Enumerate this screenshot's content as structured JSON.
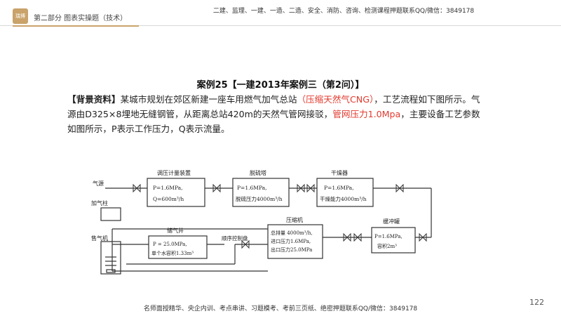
{
  "header": {
    "logo_text": "瑞博",
    "section": "第二部分 图表实操题（技术）",
    "note": "二建、监理、一建、一造、二造、安全、消防、咨询、检测课程押题联系QQ/微信：3849178"
  },
  "title": "案例25【一建2013年案例三（第2问）】",
  "paragraph": {
    "part1": "【背景资料】",
    "part2": "某城市规划在郊区新建一座车用燃气加气总站",
    "part3": "（压缩天然气CNG）",
    "part4": "，工艺流程如下图所示。气源由D325×8埋地无缝钢管，从距离总站420m的天然气管网接驳，",
    "part5": "管网压力1.0Mpa",
    "part6": "，主要设备工艺参数如图所示，P表示工作压力，Q表示流量。"
  },
  "diagram": {
    "source": "气源",
    "dispenser_post": "加气柱",
    "dispenser": "售气机",
    "regulator": {
      "title": "调压计量装置",
      "line1": "P=1.6MPa,",
      "line2": "Q=600m³/h"
    },
    "desulfur": {
      "title": "脱硫塔",
      "line1": "P=1.6MPa,",
      "line2": "脱硫压力4000m³/h"
    },
    "dryer": {
      "title": "干燥器",
      "line1": "P=1.6MPa,",
      "line2": "干燥能力4000m³/h"
    },
    "compressor": {
      "title": "压缩机",
      "line1": "总排量 4000m³/h,",
      "line2": "进口压力1.6MPa,",
      "line3": "出口压力25.0MPa"
    },
    "buffer": {
      "title": "缓冲罐",
      "line1": "P=1.6MPa,",
      "line2": "容积2m³"
    },
    "storage": {
      "title": "储气井",
      "line1": "P = 25.0MPa,",
      "line2": "单个水容积1.33m³"
    },
    "sequence": "顺序控制盘"
  },
  "footer": "名师面授精华、央企内训、考点串讲、习题模考、考前三页纸、绝密押题联系QQ/微信：3849178",
  "page_number": "122"
}
